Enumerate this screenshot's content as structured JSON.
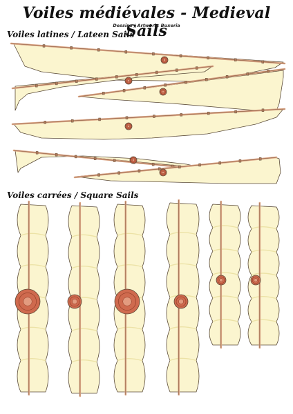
{
  "title": "Voiles médiévales - Medieval Sails",
  "credits": "Dessins / Artwork: Buxeria",
  "sections": {
    "lateen": "Voiles latines / Lateen Sails",
    "square": "Voiles carrées / Square Sails"
  },
  "colors": {
    "sail": "#fbf5cf",
    "sail_shadow": "#ece2a6",
    "outline": "#5a4a38",
    "yard": "#d9a585",
    "medallion": "#cf6a4e"
  }
}
